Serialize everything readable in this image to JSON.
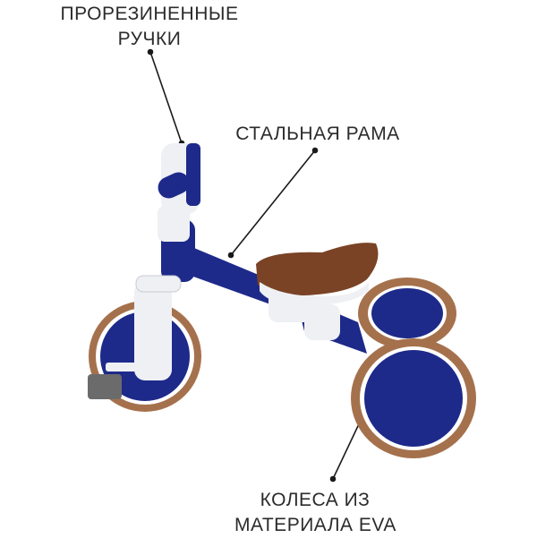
{
  "labels": {
    "handles": [
      "ПРОРЕЗИНЕННЫЕ",
      "РУЧКИ"
    ],
    "frame": [
      "СТАЛЬНАЯ РАМА"
    ],
    "wheels": [
      "КОЛЕСА ИЗ",
      "МАТЕРИАЛА EVA"
    ]
  },
  "colors": {
    "frame_blue": "#1e2a8a",
    "white_parts": "#eef0f4",
    "saddle_brown": "#7a4326",
    "tire_brown": "#a5714d",
    "line_black": "#1a1a1a",
    "pedal_grey": "#6b6b6b"
  },
  "image": {
    "subject": "balance-bike-icon"
  }
}
